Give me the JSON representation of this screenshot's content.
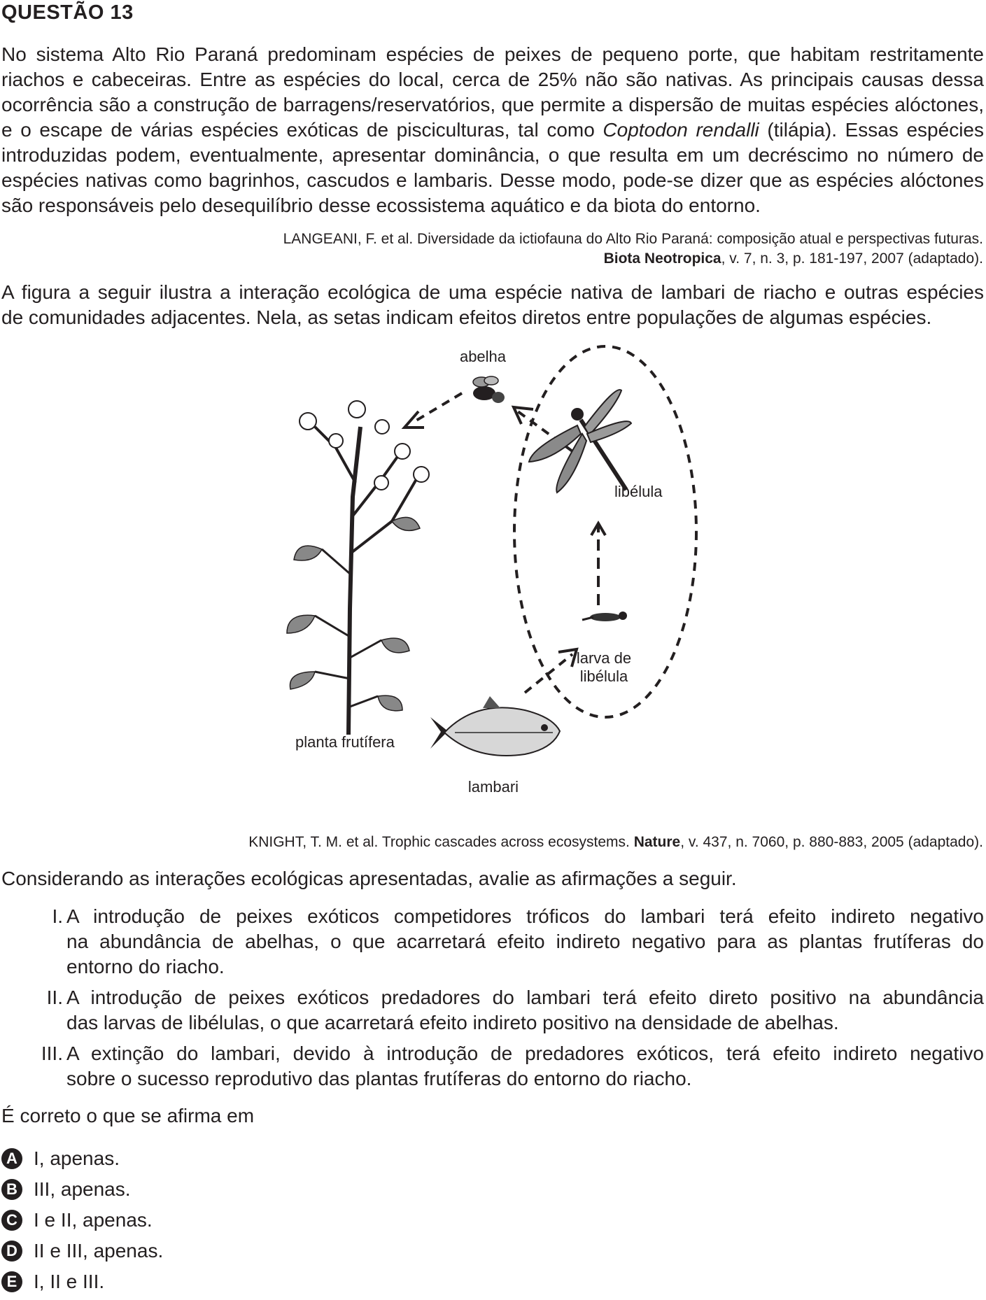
{
  "question": {
    "title": "QUESTÃO 13"
  },
  "paragraph1": {
    "lines": [
      "No sistema Alto Rio Paraná predominam espécies de peixes de pequeno porte, que habitam restritamente",
      "riachos e cabeceiras. Entre as espécies do local, cerca de 25% não são nativas. As principais causas dessa",
      "ocorrência são a construção de barragens/reservatórios, que permite a dispersão de muitas espécies alóctones,",
      "e o escape de várias espécies exóticas de pisciculturas, tal como ",
      "Coptodon rendalli",
      " (tilápia). Essas espécies",
      "introduzidas podem, eventualmente, apresentar dominância, o que resulta em um decréscimo no número de",
      "espécies nativas como bagrinhos, cascudos e lambaris. Desse modo, pode-se dizer que as espécies alóctones",
      "são responsáveis pelo desequilíbrio desse ecossistema aquático e da biota do entorno."
    ]
  },
  "reference1": {
    "line1": "LANGEANI, F. et al. Diversidade da ictiofauna do Alto Rio Paraná: composição atual e perspectivas futuras.",
    "journal": "Biota Neotropica",
    "rest": ", v. 7, n. 3, p. 181-197, 2007 (adaptado)."
  },
  "paragraph2": {
    "lines": [
      "A figura a seguir ilustra a interação ecológica de uma espécie nativa de lambari de riacho e outras espécies",
      "de comunidades adjacentes. Nela, as setas indicam efeitos diretos entre populações de algumas espécies."
    ]
  },
  "figure": {
    "labels": {
      "bee": "abelha",
      "dragonfly": "libélula",
      "larva_line1": "larva de",
      "larva_line2": "libélula",
      "plant": "planta frutífera",
      "fish": "lambari"
    }
  },
  "reference2": {
    "prefix": "KNIGHT, T. M. et al. Trophic cascades across ecosystems. ",
    "journal": "Nature",
    "rest": ", v. 437, n. 7060, p. 880-883, 2005 (adaptado)."
  },
  "prompt": "Considerando as interações ecológicas apresentadas, avalie as afirmações a seguir.",
  "statements": [
    {
      "num": "I.",
      "lines": [
        "A introdução de peixes exóticos competidores tróficos do lambari terá efeito indireto negativo",
        "na abundância de abelhas, o que acarretará efeito indireto negativo para as plantas frutíferas do",
        "entorno do riacho."
      ]
    },
    {
      "num": "II.",
      "lines": [
        "A introdução de peixes exóticos predadores do lambari terá efeito direto positivo na abundância",
        "das larvas de libélulas, o que acarretará efeito indireto positivo na densidade de abelhas."
      ]
    },
    {
      "num": "III.",
      "lines": [
        "A extinção do lambari, devido à introdução de predadores exóticos, terá efeito indireto negativo",
        "sobre o sucesso reprodutivo das plantas frutíferas do entorno do riacho."
      ]
    }
  ],
  "answer_prompt": "É correto o que se afirma em",
  "options": [
    {
      "letter": "A",
      "text": "I, apenas."
    },
    {
      "letter": "B",
      "text": "III, apenas."
    },
    {
      "letter": "C",
      "text": "I e II, apenas."
    },
    {
      "letter": "D",
      "text": "II e III, apenas."
    },
    {
      "letter": "E",
      "text": "I, II e III."
    }
  ]
}
